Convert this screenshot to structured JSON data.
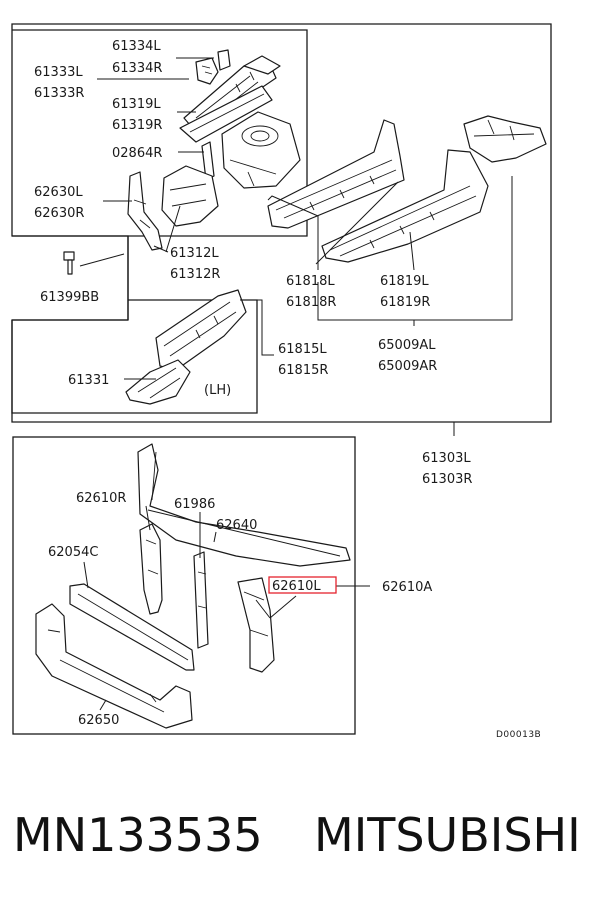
{
  "labels": {
    "p61334": [
      "61334L",
      "61334R"
    ],
    "p61333": [
      "61333L",
      "61333R"
    ],
    "p61319": [
      "61319L",
      "61319R"
    ],
    "p02864": "02864R",
    "p62630": [
      "62630L",
      "62630R"
    ],
    "p61312": [
      "61312L",
      "61312R"
    ],
    "p61399": "61399BB",
    "p61818": [
      "61818L",
      "61818R"
    ],
    "p61819": [
      "61819L",
      "61819R"
    ],
    "p65009": [
      "65009AL",
      "65009AR"
    ],
    "p61815": [
      "61815L",
      "61815R"
    ],
    "p61331": "61331",
    "lh_note": "(LH)",
    "p61303": [
      "61303L",
      "61303R"
    ],
    "p62610R": "62610R",
    "p61986": "61986",
    "p62640": "62640",
    "p62054C": "62054C",
    "p62610L": "62610L",
    "p62610A": "62610A",
    "p62650": "62650",
    "code": "D00013B"
  },
  "highlight_color": "#e4242e",
  "footer": {
    "part_number": "MN133535",
    "brand": "MITSUBISHI"
  }
}
